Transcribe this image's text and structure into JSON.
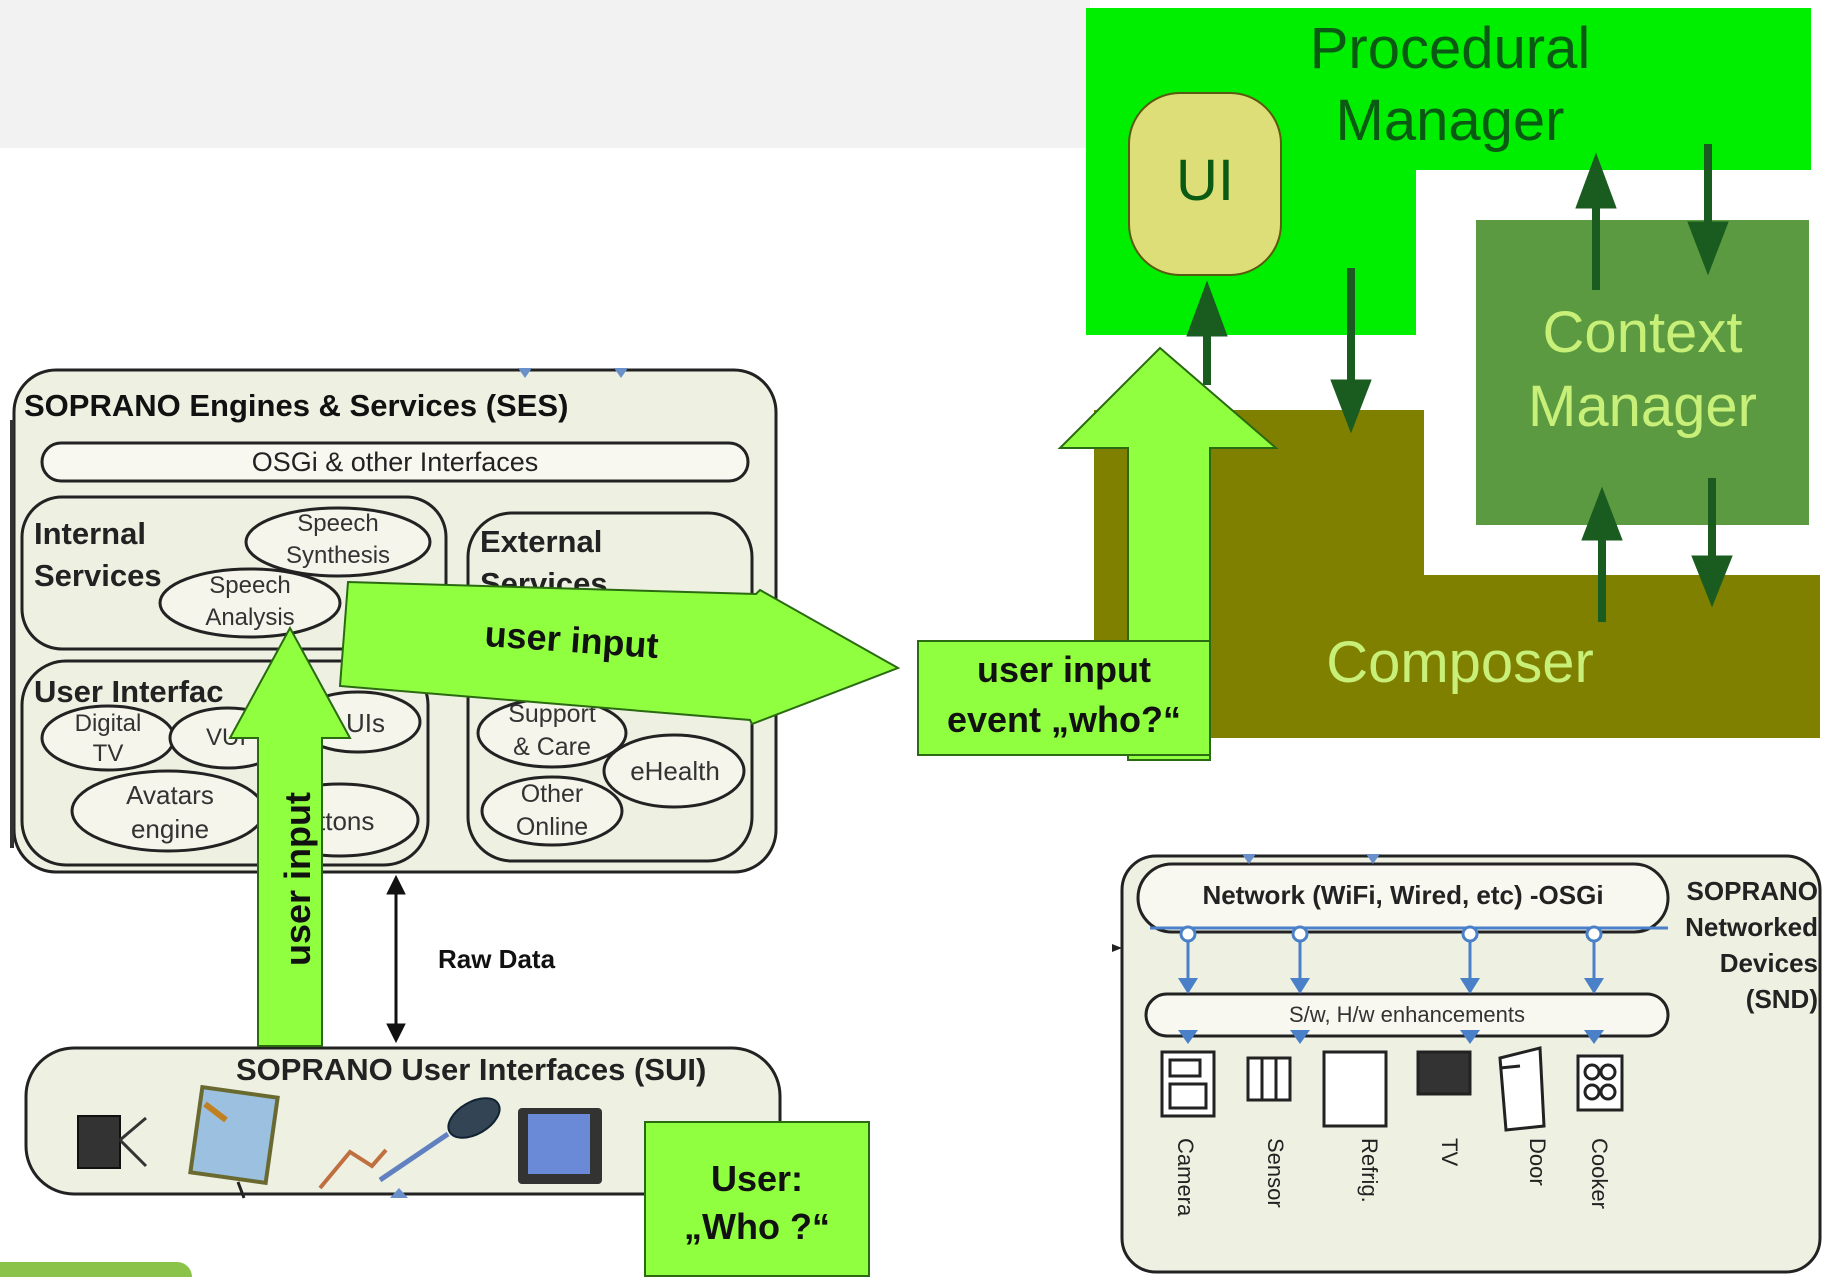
{
  "manager": {
    "procedural_line1": "Procedural",
    "procedural_line2": "Manager",
    "ui": "UI",
    "context_line1": "Context",
    "context_line2": "Manager",
    "composer": "Composer"
  },
  "callouts": {
    "user_input_event_line1": "user input",
    "user_input_event_line2": "event „who?“",
    "user_who_line1": "User:",
    "user_who_line2": "„Who ?“",
    "arrow_right_label": "user input",
    "arrow_up_label": "user input",
    "raw_data": "Raw Data"
  },
  "ses": {
    "title": "SOPRANO Engines & Services (SES)",
    "interfaces_bar": "OSGi & other Interfaces",
    "internal_line1": "Internal",
    "internal_line2": "Services",
    "speech_synthesis_line1": "Speech",
    "speech_synthesis_line2": "Synthesis",
    "speech_analysis_line1": "Speech",
    "speech_analysis_line2": "Analysis",
    "external_line1": "External",
    "external_line2": "Services",
    "user_interfaces": "User Interfac",
    "digital_tv_line1": "Digital",
    "digital_tv_line2": "TV",
    "vui": "VUI",
    "guis": "UIs",
    "avatars_line1": "Avatars",
    "avatars_line2": "engine",
    "buttons": "ttons",
    "support_line1": "Support",
    "support_line2": "& Care",
    "ehealth": "eHealth",
    "other_line1": "Other",
    "other_line2": "Online"
  },
  "sui": {
    "title": "SOPRANO User Interfaces (SUI)"
  },
  "snd": {
    "network": "Network (WiFi, Wired, etc) -OSGi",
    "enhancements": "S/w, H/w enhancements",
    "label_line1": "SOPRANO",
    "label_line2": "Networked",
    "label_line3": "Devices",
    "label_line4": "(SND)",
    "devices": [
      "Camera",
      "Sensor",
      "Refrig.",
      "TV",
      "Door",
      "Cooker"
    ]
  },
  "colors": {
    "procedural_green": "#00ee00",
    "ui_fill": "#dede78",
    "context_green": "#5b9a40",
    "context_text": "#c8f078",
    "composer_olive": "#7f7f00",
    "composer_text": "#c8f078",
    "callout_green": "#90ff40",
    "arrow_dark": "#1a5c20",
    "panel_fill": "#eef0e2"
  }
}
